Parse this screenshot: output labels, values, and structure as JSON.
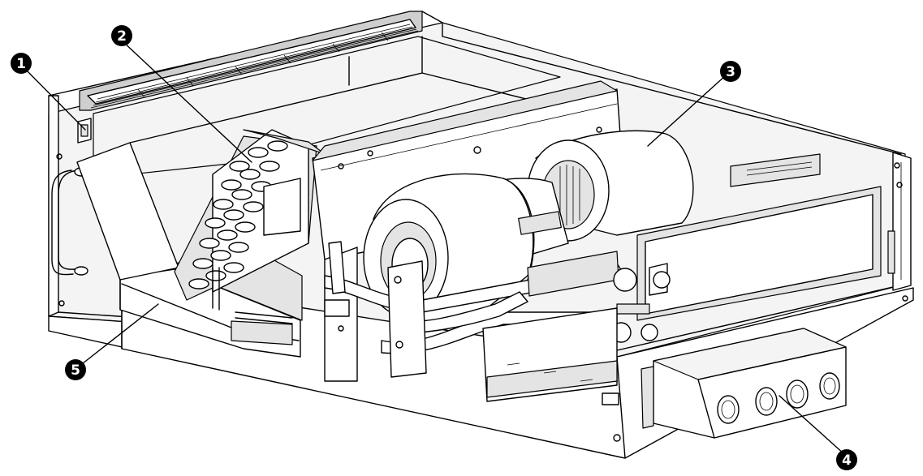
{
  "figure": {
    "kind": "fan coil unit exploded line drawing"
  },
  "callouts": [
    {
      "id": "1",
      "label": "1"
    },
    {
      "id": "2",
      "label": "2"
    },
    {
      "id": "3",
      "label": "3"
    },
    {
      "id": "4",
      "label": "4"
    },
    {
      "id": "5",
      "label": "5"
    }
  ],
  "colors": {
    "line": "#000000",
    "background": "#ffffff",
    "callout_fill": "#000000",
    "callout_text": "#ffffff"
  }
}
